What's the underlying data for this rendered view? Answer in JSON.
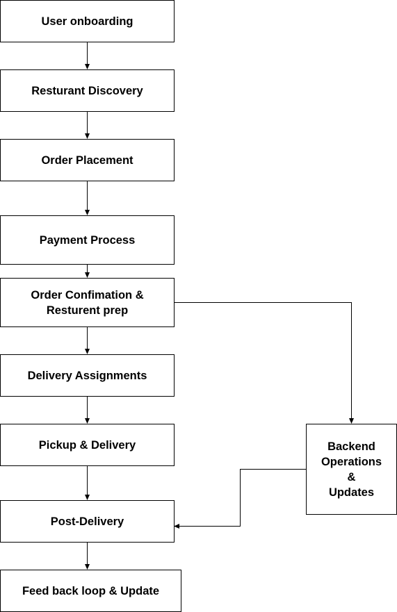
{
  "diagram": {
    "nodes": {
      "user_onboarding": "User onboarding",
      "restaurant_discovery": "Resturant Discovery",
      "order_placement": "Order Placement",
      "payment_process": "Payment Process",
      "order_confirmation": "Order Confimation &\nResturent  prep",
      "delivery_assignments": "Delivery Assignments",
      "pickup_delivery": "Pickup & Delivery",
      "post_delivery": "Post-Delivery",
      "feedback_loop": "Feed back loop & Update",
      "backend_operations": "Backend\nOperations\n&\nUpdates"
    },
    "line_color": "#000000"
  }
}
